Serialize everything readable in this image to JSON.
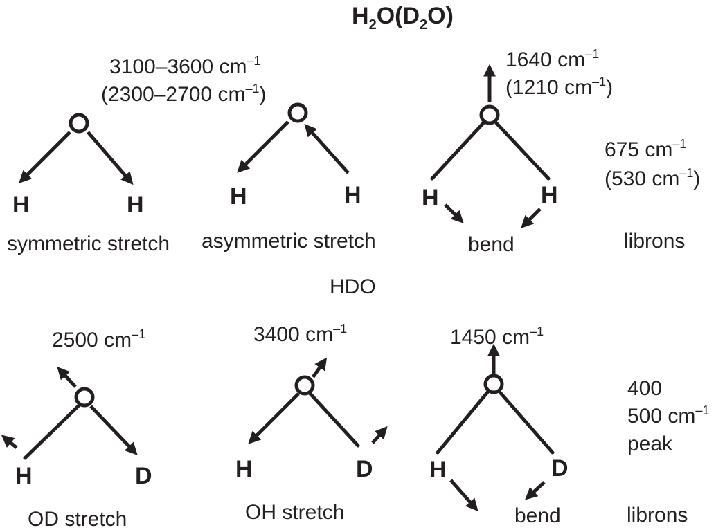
{
  "title": {
    "base": "H",
    "sub1": "2",
    "mid": "O(D",
    "sub2": "2",
    "end": "O)"
  },
  "section2_title": "HDO",
  "wn_unit": "cm",
  "wn_exp": "–1",
  "h2o": {
    "stretch": {
      "line1": "3100–3600",
      "line2": "(2300–2700"
    },
    "bend": {
      "line1": "1640",
      "line2": "(1210"
    },
    "librons": {
      "line1": "675",
      "line2": "(530"
    },
    "labels": {
      "sym": "symmetric stretch",
      "asym": "asymmetric stretch",
      "bend": "bend",
      "librons": "librons"
    }
  },
  "hdo": {
    "od": "2500",
    "oh": "3400",
    "bend": "1450",
    "librons": {
      "line1": "400",
      "line2": "500",
      "line3": "peak"
    },
    "labels": {
      "od": "OD stretch",
      "oh": "OH stretch",
      "bend": "bend",
      "librons": "librons"
    }
  },
  "atoms": {
    "O": "O",
    "H": "H",
    "D": "D"
  },
  "colors": {
    "ink": "#231f20"
  }
}
